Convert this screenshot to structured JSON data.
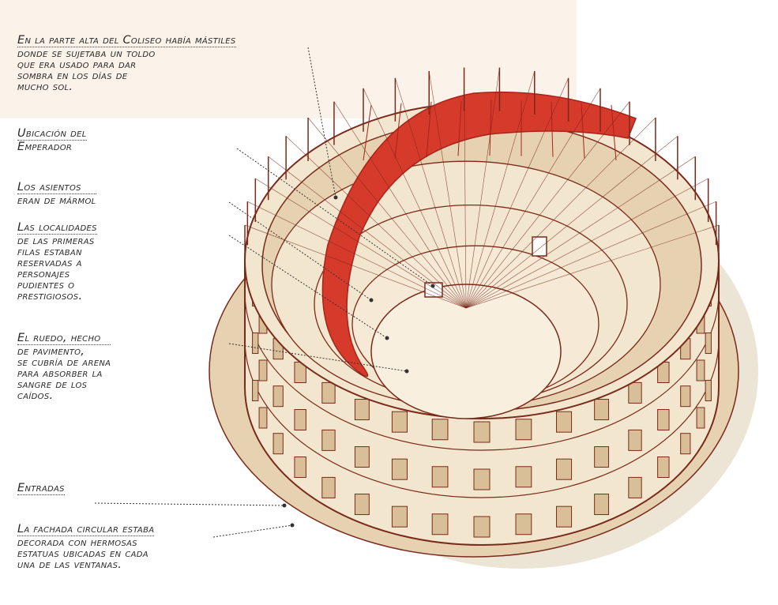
{
  "annotations": [
    {
      "id": "mastiles",
      "lines": [
        "En la parte alta del Coliseo había mástiles",
        "donde se sujetaba un toldo",
        "que era usado para dar",
        "sombra en los días de",
        "mucho sol."
      ]
    },
    {
      "id": "emperador",
      "lines": [
        "Ubicación del",
        "Emperador"
      ]
    },
    {
      "id": "asientos",
      "lines": [
        "Los asientos",
        "eran de mármol"
      ]
    },
    {
      "id": "localidades",
      "lines": [
        "Las localidades",
        "de las primeras",
        "filas estaban",
        "reservadas a",
        "personajes",
        "pudientes o",
        "prestigiosos."
      ]
    },
    {
      "id": "ruedo",
      "lines": [
        "El ruedo, hecho",
        "de pavimento,",
        "se cubría de arena",
        "para absorber la",
        "sangre de los",
        "caídos."
      ]
    },
    {
      "id": "entradas",
      "lines": [
        "Entradas"
      ]
    },
    {
      "id": "fachada",
      "lines": [
        "La fachada circular estaba",
        "decorada con hermosas",
        "estatuas ubicadas en cada",
        "una de las ventanas."
      ]
    }
  ],
  "colors": {
    "outline": "#7a2a1a",
    "stone": "#f3e6cf",
    "stone_shade": "#e6d2b0",
    "awning": "#d63a2a",
    "awning_dark": "#a8231a",
    "ground": "#ece4d4",
    "medallion": "#7aa84a"
  }
}
